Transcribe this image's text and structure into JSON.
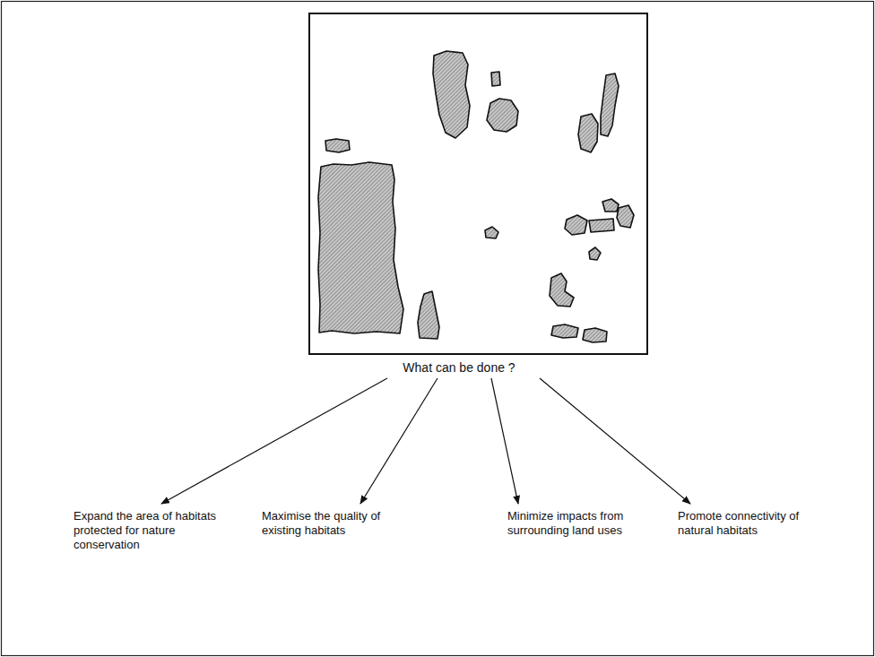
{
  "diagram": {
    "nodes": [
      {
        "text": [
          "What can be done ?"
        ]
      },
      {
        "text": [
          "Expand the area of habitats protected for nature conservation"
        ]
      },
      {
        "text": [
          "Maximise the quality of existing habitats"
        ]
      },
      {
        "text": [
          "Minimize impacts from surrounding land uses"
        ]
      },
      {
        "text": [
          "Promote connectivity of natural habitats"
        ]
      }
    ],
    "edges": [
      {
        "from": 0,
        "to": 1,
        "arrow": "to"
      },
      {
        "from": 0,
        "to": 2,
        "arrow": "to"
      },
      {
        "from": 0,
        "to": 3,
        "arrow": "to"
      },
      {
        "from": 0,
        "to": 4,
        "arrow": "to"
      }
    ]
  }
}
